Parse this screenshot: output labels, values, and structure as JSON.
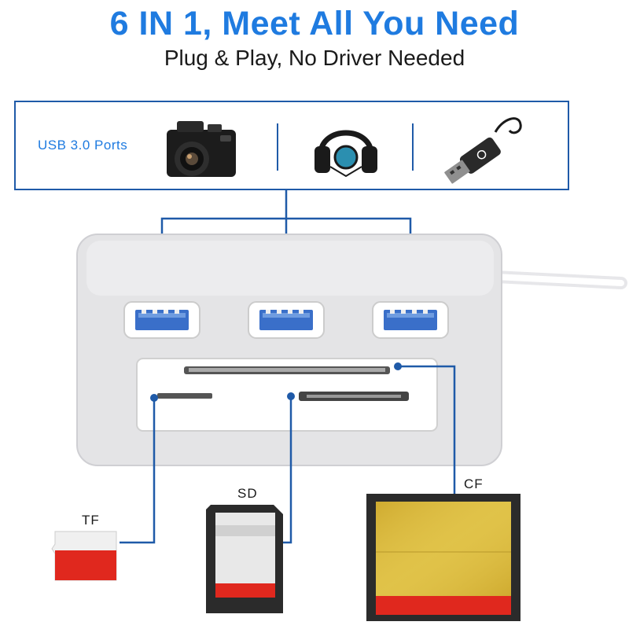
{
  "header": {
    "title": "6 IN 1, Meet All You Need",
    "subtitle": "Plug & Play, No Driver Needed"
  },
  "ports_box": {
    "label": "USB 3.0 Ports",
    "devices": [
      "camera-icon",
      "headphones-icon",
      "usb-cable-icon"
    ]
  },
  "card_slots": {
    "tf_label": "TF",
    "sd_label": "SD",
    "cf_label": "CF"
  },
  "colors": {
    "accent_blue": "#1f7be0",
    "line_blue": "#1f5aa8",
    "port_blue": "#3a6fc9",
    "card_red": "#e0281e",
    "cf_gold": "#d9b838",
    "hub_silver": "#e4e4e6"
  }
}
